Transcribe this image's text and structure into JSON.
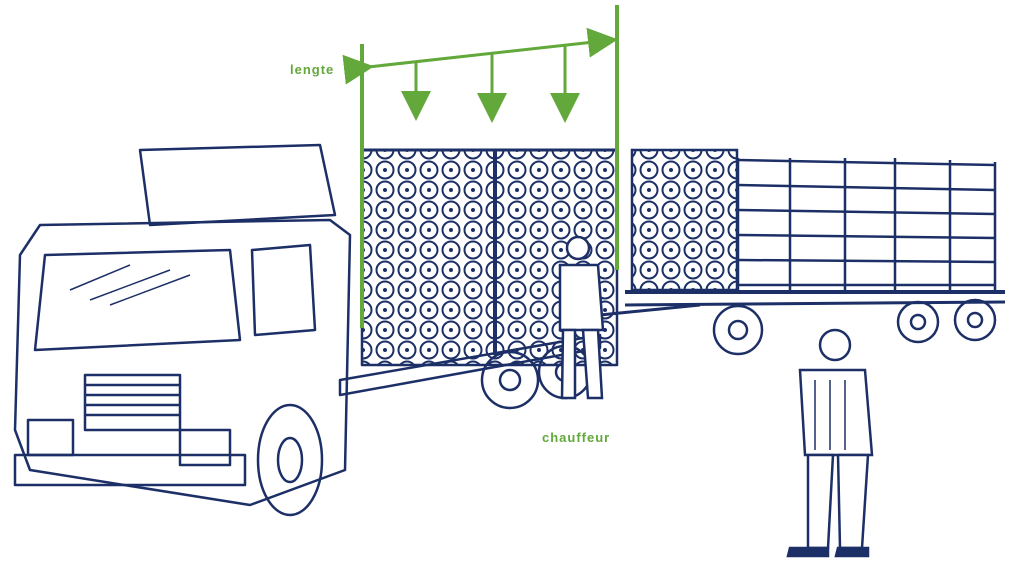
{
  "labels": {
    "length": "lengte",
    "driver": "chauffeur"
  },
  "colors": {
    "annotation": "#62a83a",
    "ink": "#1c2f66",
    "background": "#ffffff"
  },
  "illustration": {
    "subject": "logging truck with trailer loaded with log stacks",
    "figures": [
      "driver",
      "inspector"
    ]
  }
}
